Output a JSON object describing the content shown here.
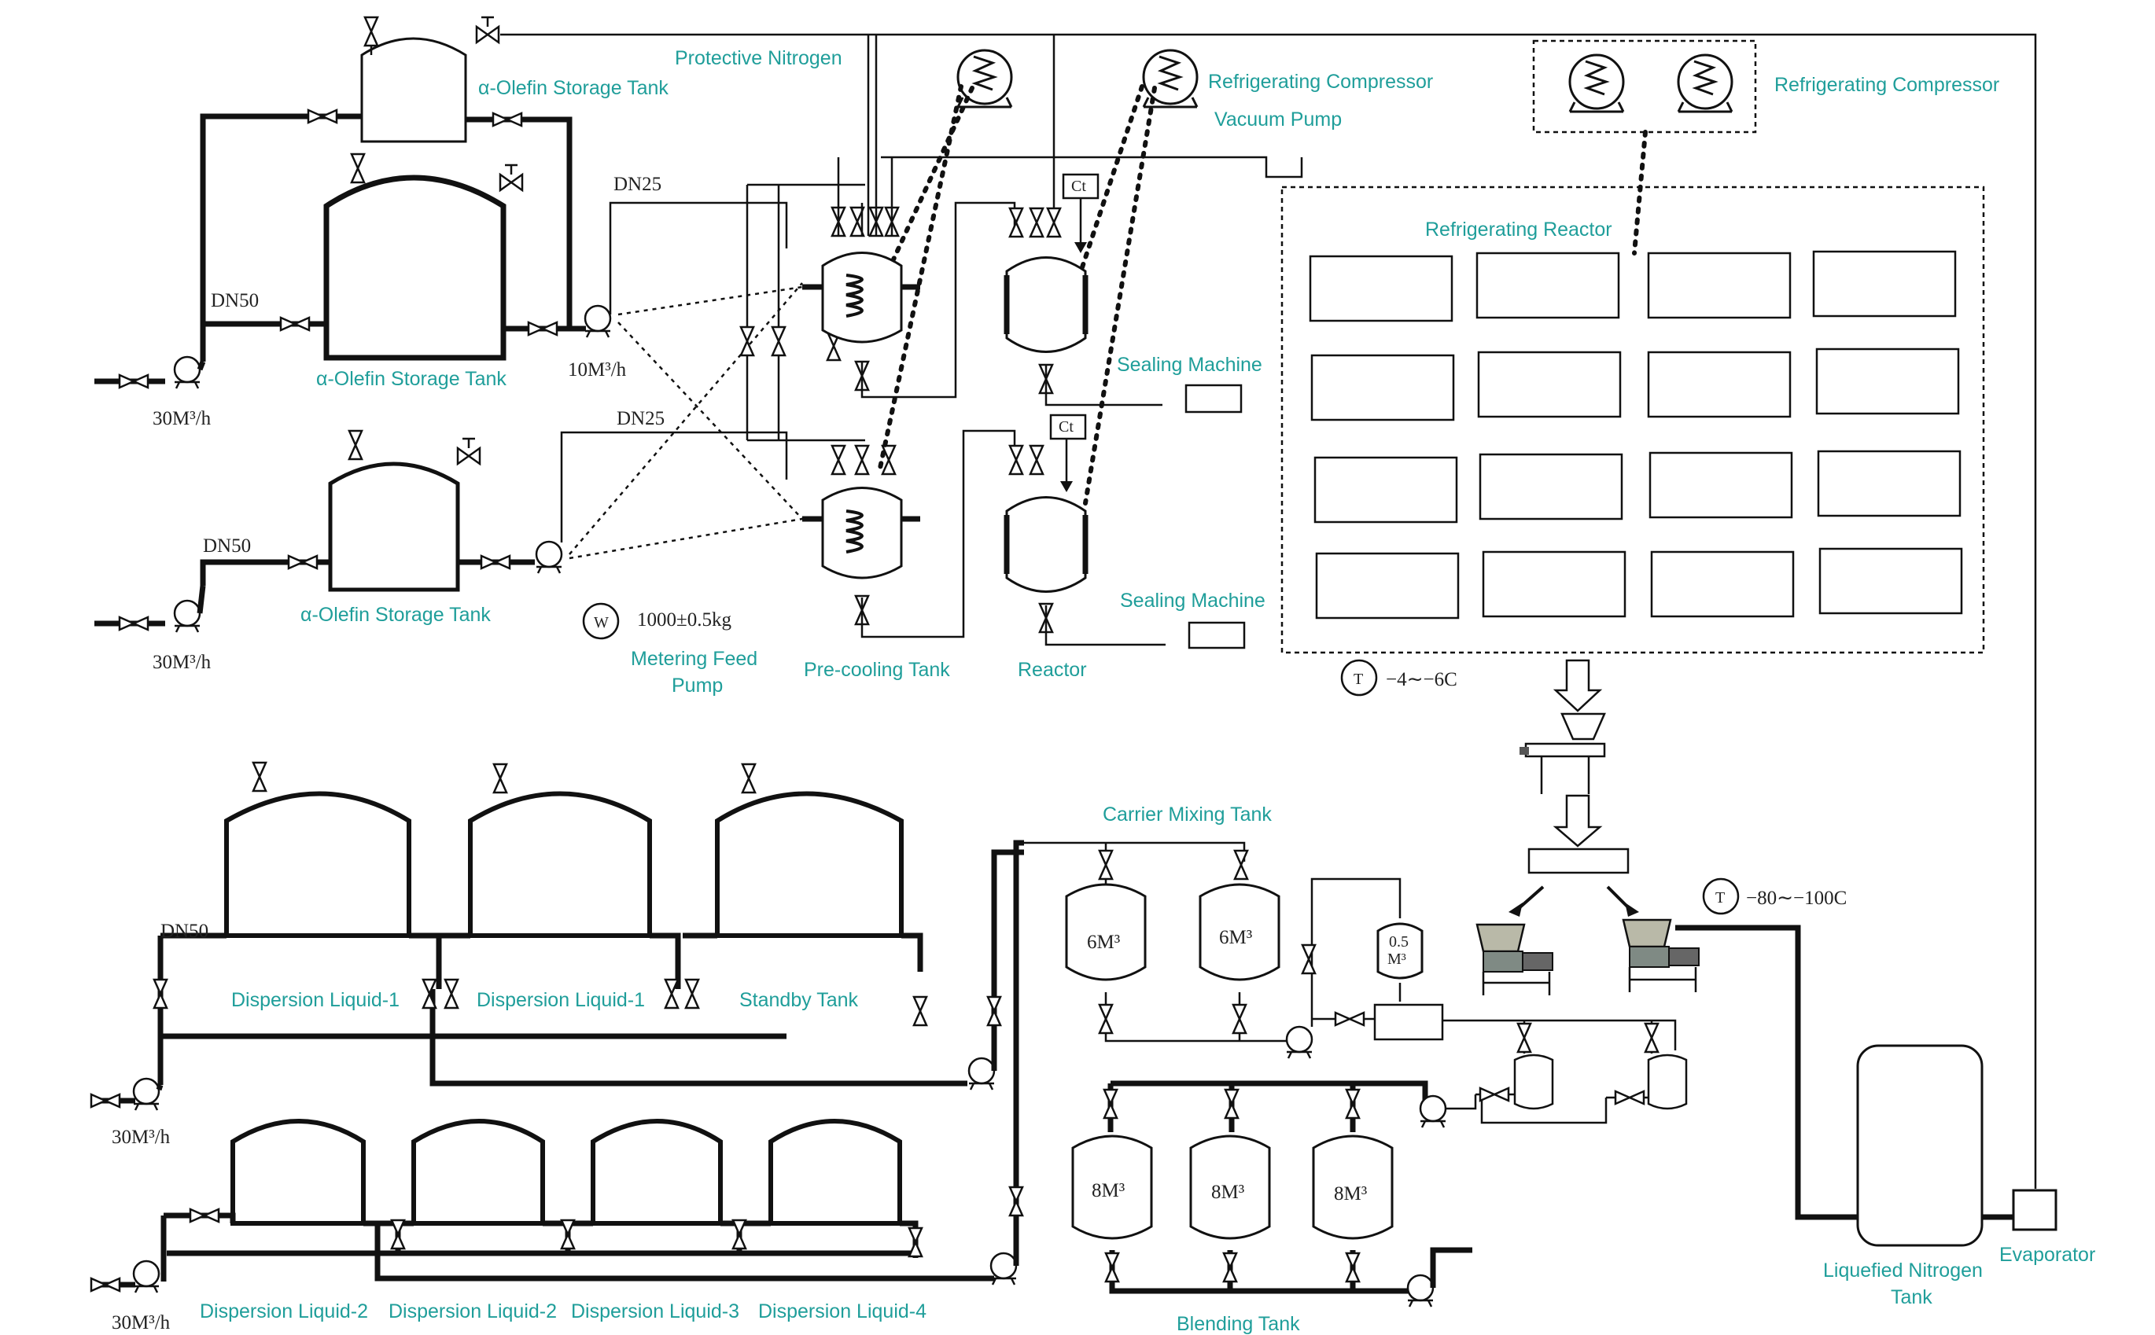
{
  "labels": {
    "protective_nitrogen": "Protective Nitrogen",
    "olefin_tank_small": "α-Olefin Storage Tank",
    "olefin_tank_large": "α-Olefin Storage Tank",
    "olefin_tank_lower": "α-Olefin Storage Tank",
    "refrig_compressor_1": "Refrigerating Compressor",
    "vacuum_pump": "Vacuum Pump",
    "refrig_compressor_2": "Refrigerating Compressor",
    "refrig_reactor": "Refrigerating Reactor",
    "sealing_machine_1": "Sealing Machine",
    "sealing_machine_2": "Sealing Machine",
    "metering_pump_line1": "Metering Feed",
    "metering_pump_line2": "Pump",
    "precooling_tank": "Pre-cooling Tank",
    "reactor": "Reactor",
    "carrier_mixing_tank": "Carrier Mixing Tank",
    "dispersion_1a": "Dispersion Liquid-1",
    "dispersion_1b": "Dispersion Liquid-1",
    "standby_tank": "Standby Tank",
    "dispersion_2a": "Dispersion Liquid-2",
    "dispersion_2b": "Dispersion Liquid-2",
    "dispersion_3": "Dispersion Liquid-3",
    "dispersion_4": "Dispersion Liquid-4",
    "blending_tank": "Blending Tank",
    "liquefied_nitrogen_line1": "Liquefied Nitrogen",
    "liquefied_nitrogen_line2": "Tank",
    "evaporator": "Evaporator"
  },
  "annotations": {
    "dn25_top": "DN25",
    "dn25_mid": "DN25",
    "dn50_top": "DN50",
    "dn50_mid": "DN50",
    "dn50_lower": "DN50",
    "flow_30_a": "30M³/h",
    "flow_30_b": "30M³/h",
    "flow_30_c": "30M³/h",
    "flow_30_d": "30M³/h",
    "flow_10": "10M³/h",
    "weight_symbol": "W",
    "weight_value": "1000±0.5kg",
    "temp_symbol_1": "T",
    "temp_range_1": "−4∼−6C",
    "temp_symbol_2": "T",
    "temp_range_2": "−80∼−100C",
    "ct_1": "Ct",
    "ct_2": "Ct",
    "carrier_6m_a": "6M³",
    "carrier_6m_b": "6M³",
    "small_tank_05": "0.5",
    "small_tank_m3": "M³",
    "blend_8m_a": "8M³",
    "blend_8m_b": "8M³",
    "blend_8m_c": "8M³"
  }
}
